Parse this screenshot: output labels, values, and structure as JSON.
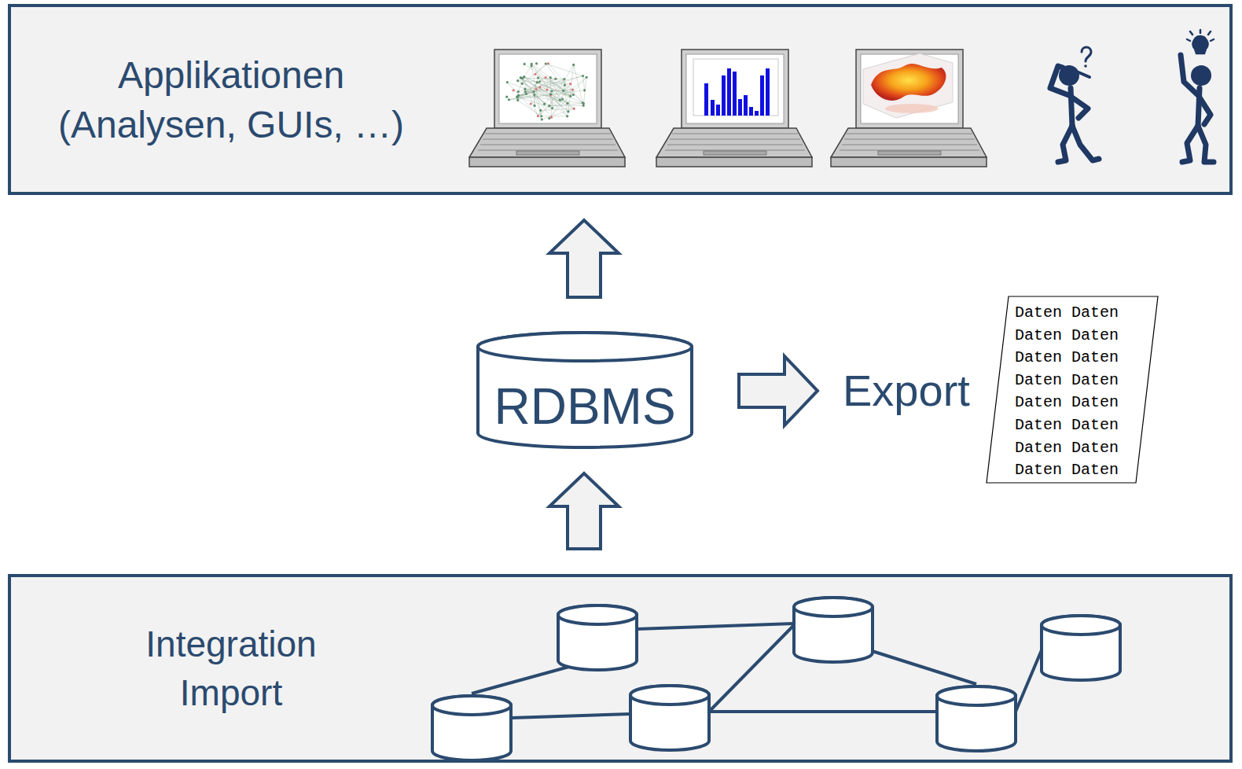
{
  "diagram": {
    "nodes": [
      {
        "text": [
          "Applikationen (Analysen, GUIs, …)"
        ]
      },
      {
        "text": [
          "RDBMS"
        ]
      },
      {
        "text": [
          "Export",
          "Daten Daten",
          "Daten Daten",
          "Daten Daten",
          "Daten Daten",
          "Daten Daten",
          "Daten Daten",
          "Daten Daten",
          "Daten Daten"
        ]
      },
      {
        "text": [
          "Integration Import"
        ]
      }
    ],
    "edges": [
      {
        "from": 1,
        "to": 0,
        "arrow": "to"
      },
      {
        "from": 1,
        "to": 2,
        "arrow": "to"
      },
      {
        "from": 3,
        "to": 1,
        "arrow": "to"
      }
    ]
  }
}
